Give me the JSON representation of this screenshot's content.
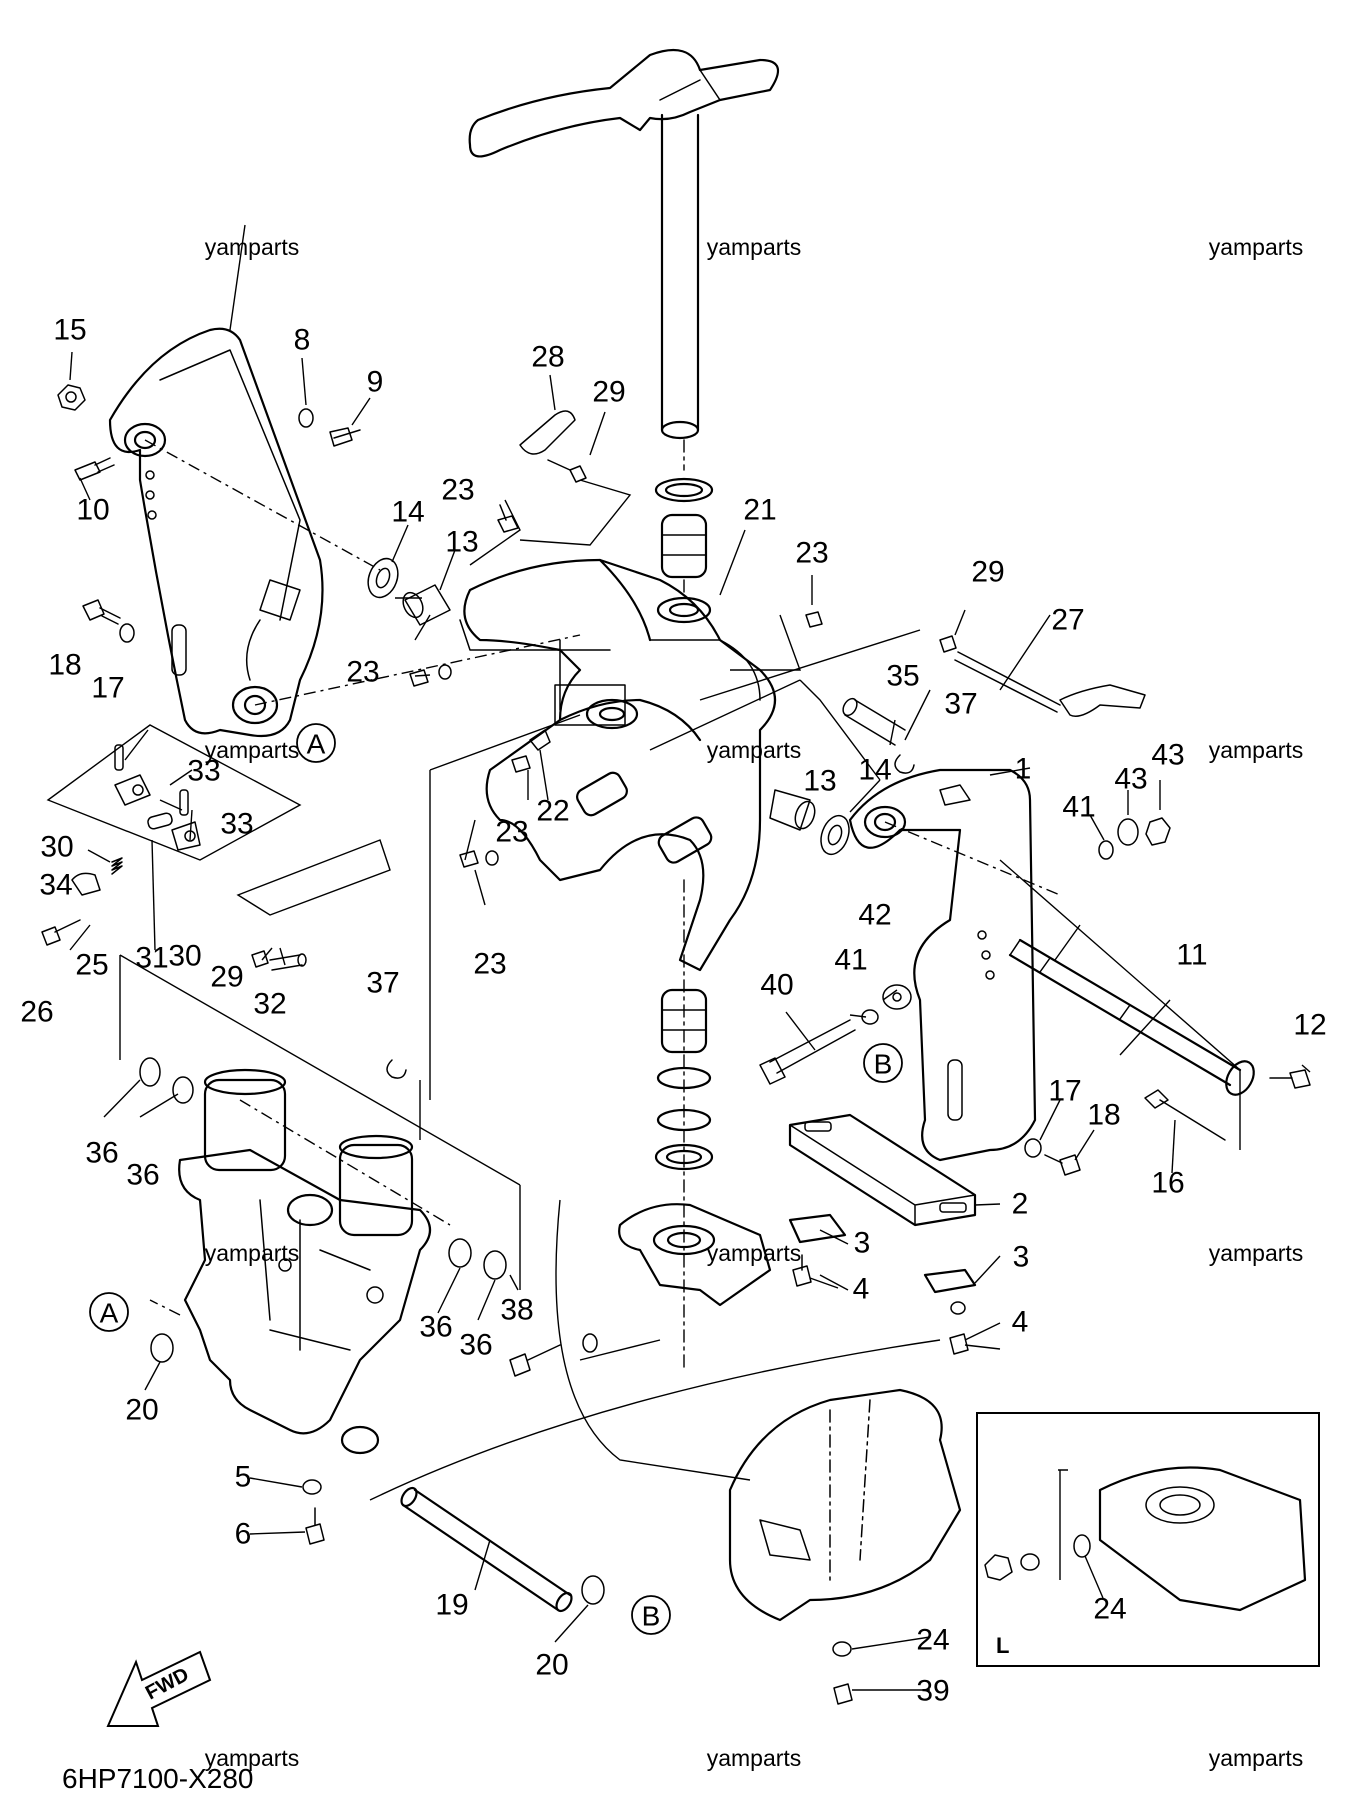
{
  "diagram": {
    "part_code": "6HP7100-X280",
    "watermark": "yamparts",
    "fwd_label": "FWD",
    "inset_label": "L",
    "reference_letters": [
      "A",
      "B"
    ],
    "callouts": [
      "1",
      "2",
      "3",
      "3",
      "4",
      "4",
      "5",
      "6",
      "8",
      "9",
      "10",
      "11",
      "12",
      "13",
      "13",
      "14",
      "14",
      "15",
      "16",
      "17",
      "17",
      "18",
      "18",
      "19",
      "20",
      "20",
      "21",
      "22",
      "23",
      "23",
      "23",
      "23",
      "23",
      "24",
      "24",
      "25",
      "26",
      "27",
      "28",
      "29",
      "29",
      "29",
      "30",
      "30",
      "31",
      "32",
      "33",
      "33",
      "34",
      "35",
      "36",
      "36",
      "36",
      "36",
      "37",
      "37",
      "38",
      "39",
      "40",
      "41",
      "41",
      "42",
      "43",
      "43"
    ]
  }
}
